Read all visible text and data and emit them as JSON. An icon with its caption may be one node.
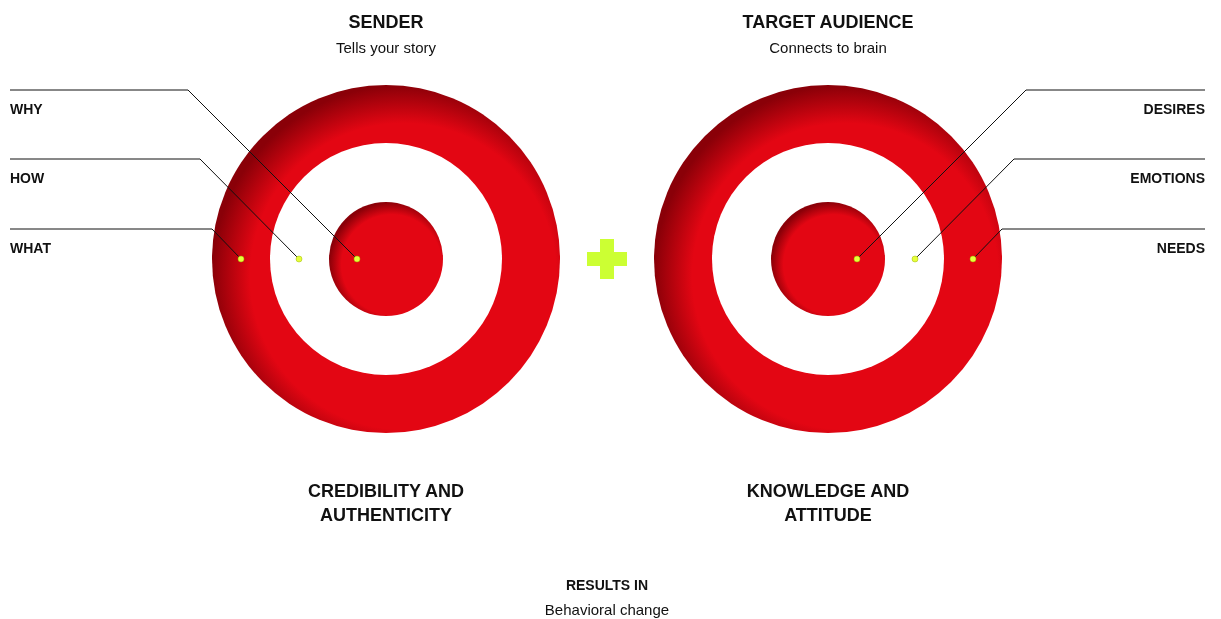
{
  "diagram": {
    "nodes": [
      {
        "text": [
          "WHY"
        ]
      },
      {
        "text": [
          "HOW"
        ]
      },
      {
        "text": [
          "WHAT"
        ]
      },
      {
        "text": [
          "DESIRES"
        ]
      },
      {
        "text": [
          "EMOTIONS"
        ]
      },
      {
        "text": [
          "NEEDS"
        ]
      },
      {
        "text": [],
        "shape": "circle"
      },
      {
        "text": [],
        "shape": "circle"
      },
      {
        "text": [],
        "shape": "circle"
      },
      {
        "text": [],
        "shape": "circle"
      },
      {
        "text": [],
        "shape": "circle"
      },
      {
        "text": [],
        "shape": "circle"
      }
    ],
    "edges": [
      {
        "from": 0,
        "to": 8,
        "arrow": "none"
      },
      {
        "from": 1,
        "to": 7,
        "arrow": "none"
      },
      {
        "from": 2,
        "to": 6,
        "arrow": "none"
      },
      {
        "from": 3,
        "to": 9,
        "arrow": "none"
      },
      {
        "from": 4,
        "to": 10,
        "arrow": "none"
      },
      {
        "from": 5,
        "to": 11,
        "arrow": "none"
      }
    ],
    "labels": [
      "SENDER",
      "Tells your story",
      "TARGET AUDIENCE",
      "Connects to brain",
      "CREDIBILITY AND AUTHENTICITY",
      "KNOWLEDGE AND ATTITUDE",
      "RESULTS IN",
      "Behavioral change"
    ]
  }
}
